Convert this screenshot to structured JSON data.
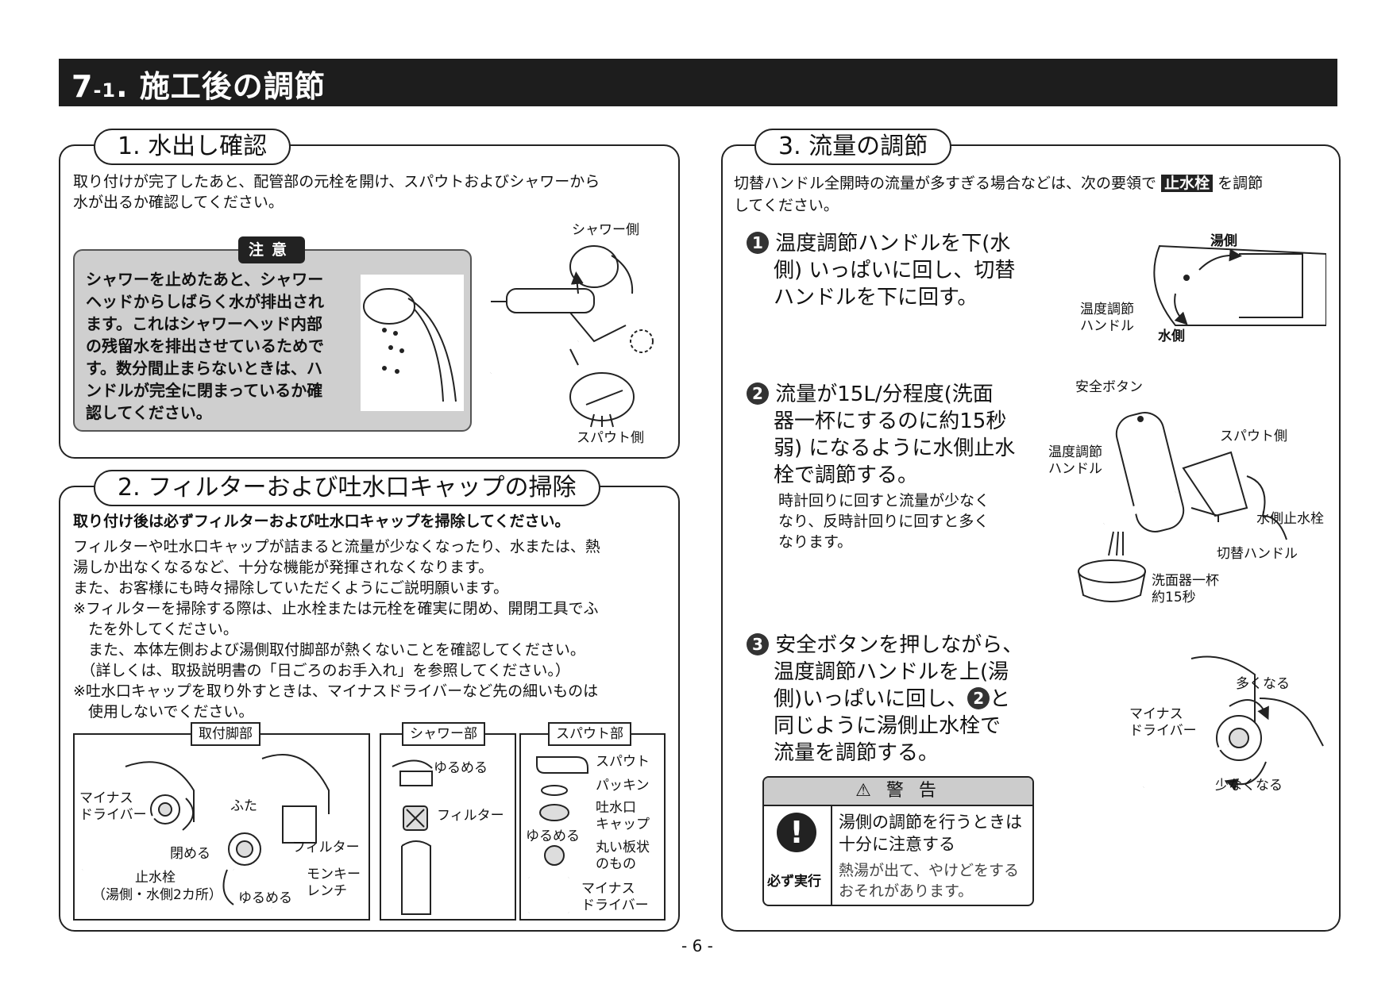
{
  "header": {
    "num": "7",
    "sub": "-1",
    "title": ". 施工後の調節"
  },
  "s1": {
    "title": "1. 水出し確認",
    "desc": [
      "取り付けが完了したあと、配管部の元栓を開け、スパウトおよびシャワーから",
      "水が出るか確認してください。"
    ],
    "caution_label": "注意",
    "caution_lines": [
      "シャワーを止めたあと、シャワー",
      "ヘッドからしばらく水が排出され",
      "ます。これはシャワーヘッド内部",
      "の残留水を排出させているためで",
      "す。数分間止まらないときは、ハ",
      "ンドルが完全に閉まっているか確",
      "認してください。"
    ],
    "label_shower": "シャワー側",
    "label_spout": "スパウト側"
  },
  "s2": {
    "title": "2. フィルターおよび吐水口キャップの掃除",
    "lead": "取り付け後は必ずフィルターおよび吐水口キャップを掃除してください。",
    "lines": [
      "フィルターや吐水口キャップが詰まると流量が少なくなったり、水または、熱",
      "湯しか出なくなるなど、十分な機能が発揮されなくなります。",
      "また、お客様にも時々掃除していただくようにご説明願います。",
      "※フィルターを掃除する際は、止水栓または元栓を確実に閉め、開閉工具でふ",
      "　たを外してください。",
      "　また、本体左側および湯側取付脚部が熱くないことを確認してください。",
      "　（詳しくは、取扱説明書の「日ごろのお手入れ」を参照してください。）",
      "※吐水口キャップを取り外すときは、マイナスドライバーなど先の細いものは",
      "　使用しないでください。"
    ],
    "box1": {
      "tab": "取付脚部",
      "driver": [
        "マイナス",
        "ドライバー"
      ],
      "close": "閉める",
      "valve": "止水栓",
      "valve_note": "（湯側・水側2カ所）",
      "lid": "ふた",
      "filter": "フィルター",
      "wrench": [
        "モンキー",
        "レンチ"
      ],
      "loosen": "ゆるめる"
    },
    "box2": {
      "tab": "シャワー部",
      "loosen": "ゆるめる",
      "filter": "フィルター"
    },
    "box3": {
      "tab": "スパウト部",
      "spout": "スパウト",
      "packing": "パッキン",
      "cap": [
        "吐水口",
        "キャップ"
      ],
      "loosen": "ゆるめる",
      "plate": [
        "丸い板状",
        "のもの"
      ],
      "driver": [
        "マイナス",
        "ドライバー"
      ]
    }
  },
  "s3": {
    "title": "3. 流量の調節",
    "desc1a": "切替ハンドル全開時の流量が多すぎる場合などは、次の要領で",
    "desc1tag": "止水栓",
    "desc1b": "を調節",
    "desc2": "してください。",
    "step1": {
      "num": "1",
      "lines": [
        "温度調節ハンドルを下(水",
        "側) いっぱいに回し、切替",
        "ハンドルを下に回す。"
      ]
    },
    "step2": {
      "num": "2",
      "lines": [
        "流量が15L/分程度(洗面",
        "器一杯にするのに約15秒",
        "弱) になるように水側止水",
        "栓で調節する。"
      ],
      "note": [
        "時計回りに回すと流量が少なく",
        "なり、反時計回りに回すと多く",
        "なります。"
      ]
    },
    "step3": {
      "num": "3",
      "line1": "安全ボタンを押しながら、",
      "line2": "温度調節ハンドルを上(湯",
      "line3a": "側)いっぱいに回し、",
      "line3num": "2",
      "line3b": "と",
      "line4": "同じように湯側止水栓で",
      "line5": "流量を調節する。"
    },
    "fig1": {
      "hot": "湯側",
      "cold": "水側",
      "handle": [
        "温度調節",
        "ハンドル"
      ]
    },
    "fig2": {
      "safety": "安全ボタン",
      "handle": [
        "温度調節",
        "ハンドル"
      ],
      "spout": "スパウト側",
      "valve": "水側止水栓",
      "switch": "切替ハンドル",
      "basin": [
        "洗面器一杯",
        "約15秒"
      ]
    },
    "fig3": {
      "driver": [
        "マイナス",
        "ドライバー"
      ],
      "more": "多くなる",
      "less": "少なくなる"
    },
    "warning": {
      "head": "警 告",
      "icon": "!",
      "side": "必ず実行",
      "main": [
        "湯側の調節を行うときは",
        "十分に注意する"
      ],
      "sub": [
        "熱湯が出て、やけどをする",
        "おそれがあります。"
      ]
    }
  },
  "page": "- 6 -"
}
